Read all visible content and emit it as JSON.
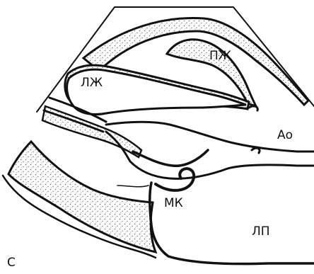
{
  "colors": {
    "line": "#111111",
    "background": "#ffffff",
    "stipple": "#6b6b6b"
  },
  "labels": {
    "rv": "ПЖ",
    "lv": "ЛЖ",
    "ao": "Ао",
    "mv": "МК",
    "la": "ЛП",
    "panel": "С"
  }
}
